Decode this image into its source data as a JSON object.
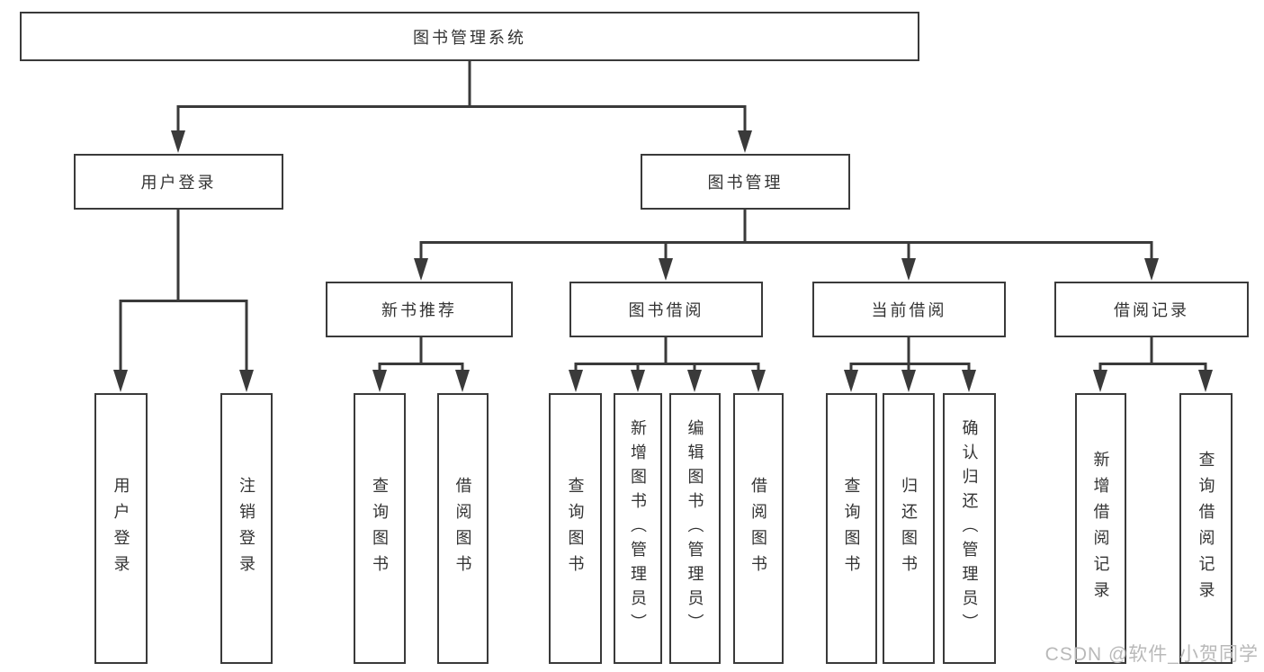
{
  "diagram": {
    "root": {
      "label": "图书管理系统"
    },
    "branches": [
      {
        "label": "用户登录",
        "children": [
          {
            "label": "用户登录"
          },
          {
            "label": "注销登录"
          }
        ]
      },
      {
        "label": "图书管理",
        "children": [
          {
            "label": "新书推荐",
            "children": [
              {
                "label": "查询图书"
              },
              {
                "label": "借阅图书"
              }
            ]
          },
          {
            "label": "图书借阅",
            "children": [
              {
                "label": "查询图书"
              },
              {
                "label": "新增图书（管理员）"
              },
              {
                "label": "编辑图书（管理员）"
              },
              {
                "label": "借阅图书"
              }
            ]
          },
          {
            "label": "当前借阅",
            "children": [
              {
                "label": "查询图书"
              },
              {
                "label": "归还图书"
              },
              {
                "label": "确认归还（管理员）"
              }
            ]
          },
          {
            "label": "借阅记录",
            "children": [
              {
                "label": "新增借阅记录"
              },
              {
                "label": "查询借阅记录"
              }
            ]
          }
        ]
      }
    ],
    "watermark": "CSDN @软件_小贺同学",
    "colors": {
      "line": "#3a3a3a",
      "text": "#333333",
      "box_background": "#ffffff",
      "watermark": "#b9b9b9"
    }
  }
}
